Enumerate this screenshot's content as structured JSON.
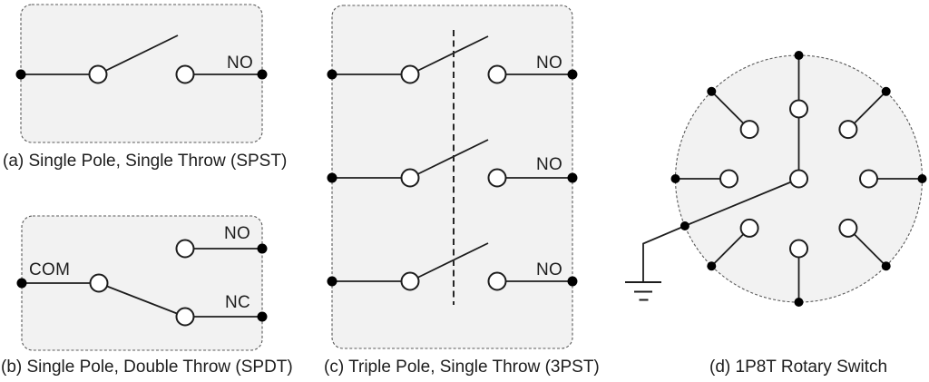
{
  "figure": {
    "diagrams": {
      "spst": {
        "caption": "(a) Single Pole, Single Throw (SPST)",
        "labels": {
          "no": "NO"
        }
      },
      "spdt": {
        "caption": "(b) Single Pole, Double Throw (SPDT)",
        "labels": {
          "com": "COM",
          "no": "NO",
          "nc": "NC"
        }
      },
      "tpst": {
        "caption": "(c) Triple Pole, Single Throw (3PST)",
        "poles": [
          {
            "label": "NO"
          },
          {
            "label": "NO"
          },
          {
            "label": "NO"
          }
        ]
      },
      "rotary": {
        "caption": "(d) 1P8T Rotary Switch",
        "positions": 8,
        "selected_position": "top"
      }
    },
    "colors": {
      "enclosure_fill": "#f2f2f2",
      "enclosure_border": "#595959",
      "line": "#1d1d1d",
      "terminal_dot": "#000000",
      "contact_fill": "#ffffff",
      "text": "#1d1d1d",
      "page_bg": "#ffffff"
    }
  }
}
